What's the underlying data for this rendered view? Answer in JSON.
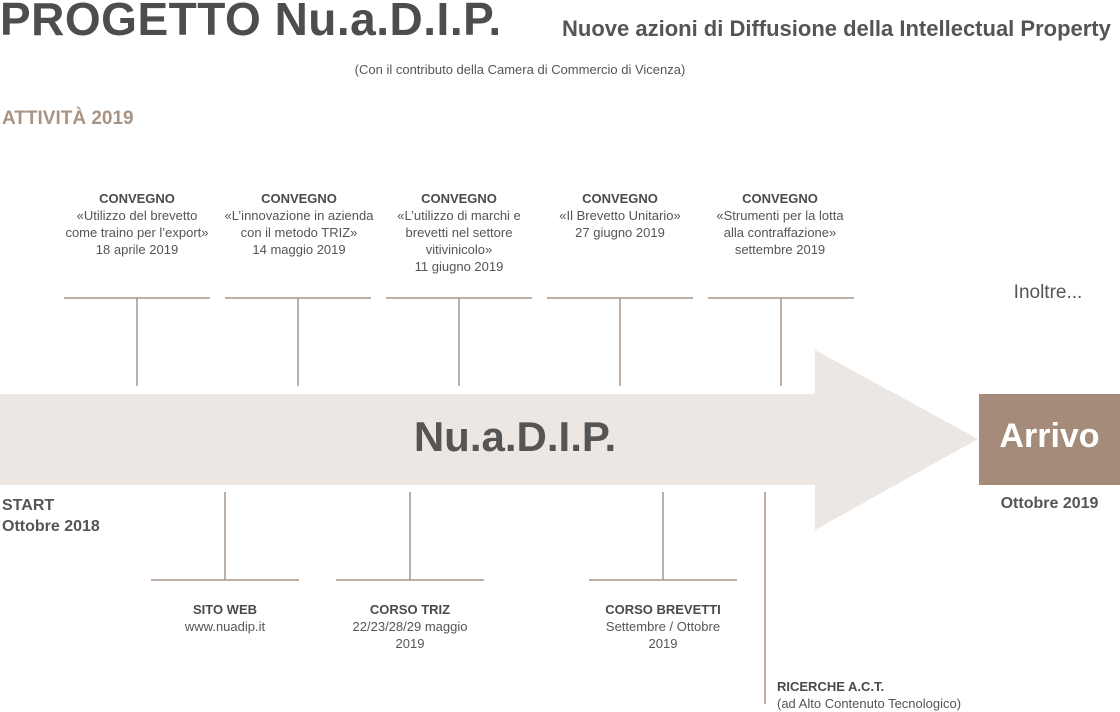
{
  "header": {
    "title": "PROGETTO Nu.a.D.I.P.",
    "subtitle": "Nuove azioni di Diffusione della Intellectual Property",
    "contribution": "(Con il contributo della Camera di Commercio di Vicenza)",
    "activity_year": "ATTIVITÀ 2019"
  },
  "timeline": {
    "center_label": "Nu.a.D.I.P.",
    "start_label": "START",
    "start_date": "Ottobre 2018",
    "end_label": "Arrivo",
    "end_date": "Ottobre 2019",
    "more_label": "Inoltre..."
  },
  "top_events": [
    {
      "title": "CONVEGNO",
      "lines": [
        "«Utilizzo del brevetto",
        "come traino per l’export»",
        "18 aprile 2019"
      ]
    },
    {
      "title": "CONVEGNO",
      "lines": [
        "«L’innovazione in azienda",
        "con il metodo TRIZ»",
        "14 maggio 2019"
      ]
    },
    {
      "title": "CONVEGNO",
      "lines": [
        "«L’utilizzo di marchi e",
        "brevetti nel settore",
        "vitivinicolo»",
        "11 giugno 2019"
      ]
    },
    {
      "title": "CONVEGNO",
      "lines": [
        "«Il Brevetto Unitario»",
        "27 giugno 2019"
      ]
    },
    {
      "title": "CONVEGNO",
      "lines": [
        "«Strumenti per la lotta",
        "alla contraffazione»",
        "settembre 2019"
      ]
    }
  ],
  "bottom_events": [
    {
      "title": "SITO WEB",
      "lines": [
        "www.nuadip.it"
      ]
    },
    {
      "title": "CORSO TRIZ",
      "lines": [
        "22/23/28/29 maggio",
        "2019"
      ]
    },
    {
      "title": "CORSO BREVETTI",
      "lines": [
        "Settembre / Ottobre",
        "2019"
      ]
    }
  ],
  "research": {
    "title": "RICERCHE A.C.T.",
    "subtitle": "(ad Alto Contenuto Tecnologico)"
  },
  "colors": {
    "arrow": "#ede7e3",
    "accent": "#a58c7a",
    "line": "#a99485",
    "text": "#4a4a4a"
  }
}
